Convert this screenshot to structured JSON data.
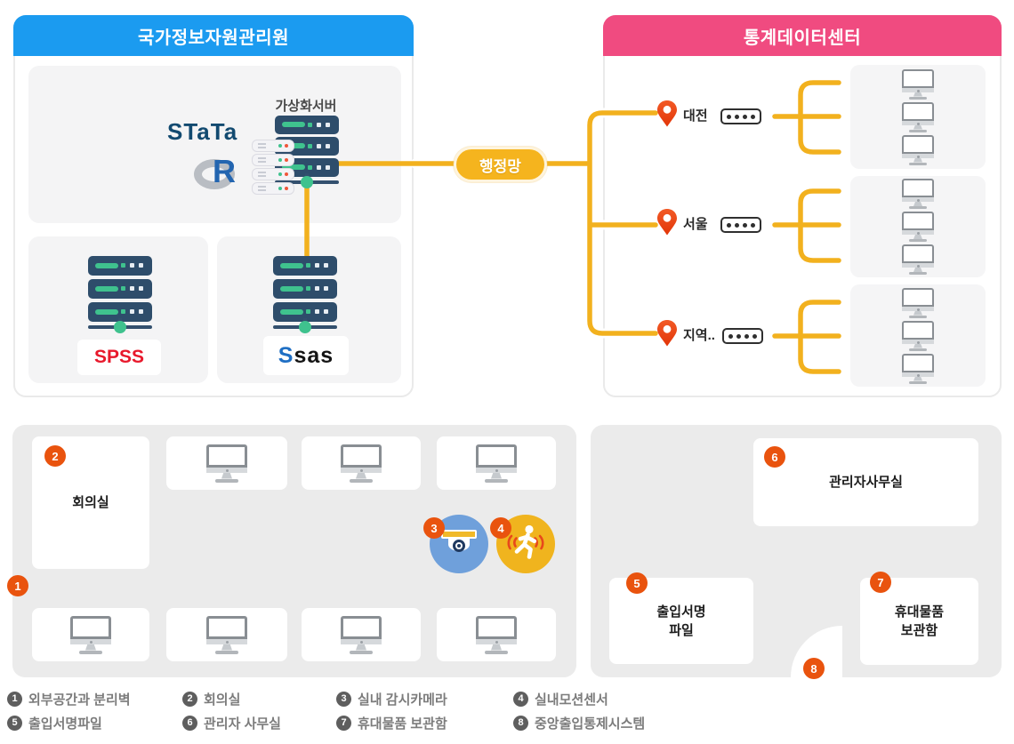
{
  "left_panel": {
    "title": "국가정보자원관리원",
    "virtual_server_label": "가상화서버",
    "logos": {
      "stata": "STaTa",
      "r": "R",
      "spss": "SPSS",
      "sas_icon": "S",
      "sas": "sas"
    }
  },
  "network": {
    "label": "행정망"
  },
  "right_panel": {
    "title": "통계데이터센터",
    "locations": [
      {
        "name": "대전"
      },
      {
        "name": "서울"
      },
      {
        "name": "지역.."
      }
    ]
  },
  "floorplan": {
    "meeting_room": "회의실",
    "admin_office": "관리자사무실",
    "sign_file_line1": "출입서명",
    "sign_file_line2": "파일",
    "storage_line1": "휴대물품",
    "storage_line2": "보관함",
    "badges": [
      "1",
      "2",
      "3",
      "4",
      "5",
      "6",
      "7",
      "8"
    ]
  },
  "legend": {
    "items": [
      {
        "num": "1",
        "label": "외부공간과 분리벽"
      },
      {
        "num": "2",
        "label": "회의실"
      },
      {
        "num": "3",
        "label": "실내 감시카메라"
      },
      {
        "num": "4",
        "label": "실내모션센서"
      },
      {
        "num": "5",
        "label": "출입서명파일"
      },
      {
        "num": "6",
        "label": "관리자 사무실"
      },
      {
        "num": "7",
        "label": "휴대물품 보관함"
      },
      {
        "num": "8",
        "label": "중앙출입통제시스템"
      }
    ]
  },
  "colors": {
    "blue_header": "#1B9BF0",
    "pink_header": "#F04B80",
    "line_gold": "#F2B11E",
    "badge_orange": "#E9530E",
    "server_navy": "#2E4D6B",
    "accent_green": "#3FC28E",
    "camera_blue": "#6FA0DB",
    "motion_gold": "#F0B41E",
    "pin_red": "#F04E23"
  }
}
